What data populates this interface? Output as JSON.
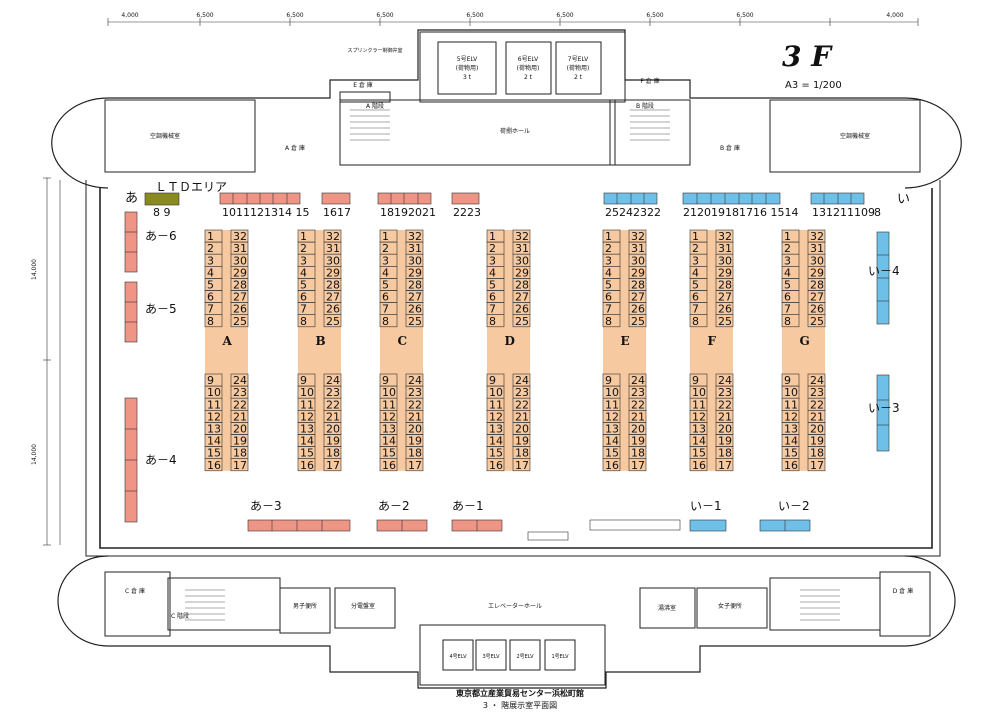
{
  "header": {
    "floor": "3 F",
    "scale": "A3 = 1/200",
    "dims": [
      "4,000",
      "6,500",
      "6,500",
      "6,500",
      "6,500",
      "6,500",
      "6,500",
      "6,500",
      "4,000"
    ],
    "left_dims": [
      "14,000",
      "14,000"
    ]
  },
  "rooms": {
    "elv5": "5号ELV",
    "elv5_sub": "(荷物用)",
    "elv5_cap": "3 t",
    "elv6": "6号ELV",
    "elv6_sub": "(荷物用)",
    "elv6_cap": "2 t",
    "elv7": "7号ELV",
    "elv7_sub": "(荷物用)",
    "elv7_cap": "2 t",
    "sprinkler": "スプリンクラー制御弁室",
    "e_storage": "E 倉 庫",
    "f_storage": "F 倉 庫",
    "a_storage": "A 倉 庫",
    "b_storage": "B 倉 庫",
    "c_storage": "C 倉 庫",
    "d_storage": "D 倉 庫",
    "hvac_left": "空調機械室",
    "hvac_right": "空調機械室",
    "cargo_hall": "荷捌ホール",
    "elevator_hall": "エレベーターホール",
    "mens_wc": "男子便所",
    "womens_wc": "女子便所",
    "dist_room": "分電盤室",
    "kitchen": "湯沸室",
    "a_stair": "A 階段",
    "b_stair": "B 階段",
    "c_stair": "C 階段",
    "bottom_elevs": [
      "4号ELV",
      "3号ELV",
      "2号ELV",
      "1号ELV"
    ]
  },
  "footer": {
    "line1": "東京都立産業貿易センター浜松町館",
    "line2": "3 ・ 階展示室平面図"
  },
  "zones": {
    "a_label": "あ",
    "i_label": "い",
    "ltd": "ＬＴＤエリア",
    "a6": "あ－6",
    "a5": "あ－5",
    "a4": "あ－4",
    "a3": "あ－3",
    "a2": "あ－2",
    "a1": "あ－1",
    "i1": "い－1",
    "i2": "い－2",
    "i3": "い－3",
    "i4": "い－4"
  },
  "top_groups": [
    "8 9",
    "1011121314 15",
    "1617",
    "18192021",
    "2223",
    "25242322",
    "212019181716 1514",
    "131211109",
    "8"
  ],
  "islands": [
    "A",
    "B",
    "C",
    "D",
    "E",
    "F",
    "G"
  ],
  "booth_numbers": {
    "left_top": [
      "1",
      "2",
      "3",
      "4",
      "5",
      "6",
      "7",
      "8"
    ],
    "right_top": [
      "32",
      "31",
      "30",
      "29",
      "28",
      "27",
      "26",
      "25"
    ],
    "left_bottom": [
      "9",
      "10",
      "11",
      "12",
      "13",
      "14",
      "15",
      "16"
    ],
    "right_bottom": [
      "24",
      "23",
      "22",
      "21",
      "20",
      "19",
      "18",
      "17"
    ]
  },
  "colors": {
    "island": "#f6c9a0",
    "zone_a": "#ee9585",
    "zone_i": "#6ec0e8",
    "ltd": "#8a8a22"
  }
}
